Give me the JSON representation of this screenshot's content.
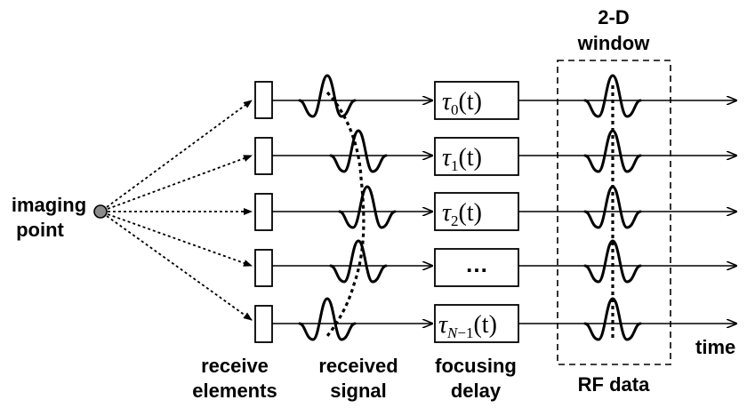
{
  "labels": {
    "imaging_point_line1": "imaging",
    "imaging_point_line2": "point",
    "receive_elements_line1": "receive",
    "receive_elements_line2": "elements",
    "received_signal_line1": "received",
    "received_signal_line2": "signal",
    "focusing_delay_line1": "focusing",
    "focusing_delay_line2": "delay",
    "window_line1": "2-D",
    "window_line2": "window",
    "rf_data": "RF data",
    "time": "time"
  },
  "channels": [
    {
      "delay_symbol": "τ",
      "subscript": "0",
      "subscript_italic_part": "",
      "argument": "(t)"
    },
    {
      "delay_symbol": "τ",
      "subscript": "1",
      "subscript_italic_part": "",
      "argument": "(t)"
    },
    {
      "delay_symbol": "τ",
      "subscript": "2",
      "subscript_italic_part": "",
      "argument": "(t)"
    },
    {
      "ellipsis": "…"
    },
    {
      "delay_symbol": "τ",
      "subscript": "−1",
      "subscript_italic_part": "N",
      "argument": "(t)"
    }
  ]
}
